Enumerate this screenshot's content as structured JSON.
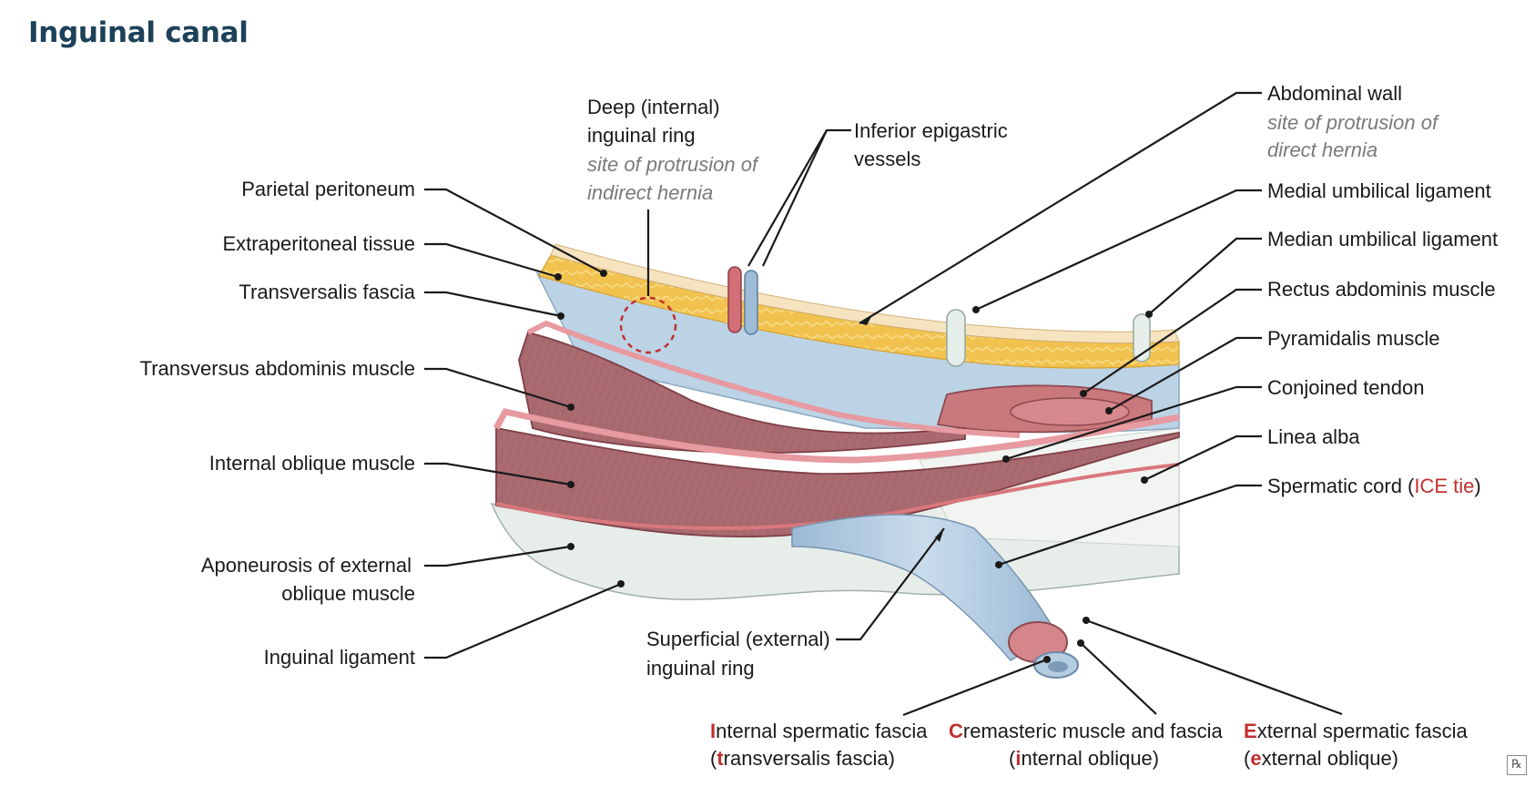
{
  "title": "Inguinal canal",
  "labels": {
    "parietal_peritoneum": "Parietal peritoneum",
    "extraperitoneal_tissue": "Extraperitoneal tissue",
    "transversalis_fascia": "Transversalis fascia",
    "transversus_abdominis": "Transversus abdominis muscle",
    "internal_oblique": "Internal oblique muscle",
    "aponeurosis_line1": "Aponeurosis of external",
    "aponeurosis_line2": "oblique muscle",
    "inguinal_ligament": "Inguinal ligament",
    "deep_ring_line1": "Deep (internal)",
    "deep_ring_line2": "inguinal ring",
    "deep_ring_note1": "site of protrusion of",
    "deep_ring_note2": "indirect hernia",
    "epigastric_line1": "Inferior epigastric",
    "epigastric_line2": "vessels",
    "abdominal_wall": "Abdominal wall",
    "abdominal_wall_note1": "site of protrusion of",
    "abdominal_wall_note2": "direct hernia",
    "medial_umbilical": "Medial umbilical ligament",
    "median_umbilical": "Median umbilical ligament",
    "rectus": "Rectus abdominis muscle",
    "pyramidalis": "Pyramidalis muscle",
    "conjoined": "Conjoined tendon",
    "linea_alba": "Linea alba",
    "spermatic_cord": "Spermatic cord (",
    "spermatic_cord_mnemonic": "ICE tie",
    "spermatic_cord_close": ")",
    "superficial_line1": "Superficial (external)",
    "superficial_line2": "inguinal ring",
    "isf_initial": "I",
    "isf_rest": "nternal spermatic fascia",
    "isf_paren_open": "(",
    "isf_paren_initial": "t",
    "isf_paren_rest": "ransversalis fascia)",
    "cm_initial": "C",
    "cm_rest": "remasteric muscle and fascia",
    "cm_paren_open": "(",
    "cm_paren_initial": "i",
    "cm_paren_rest": "nternal oblique)",
    "esf_initial": "E",
    "esf_rest": "xternal spermatic fascia",
    "esf_paren_open": "(",
    "esf_paren_initial": "e",
    "esf_paren_rest": "xternal oblique)"
  },
  "logo": "℞",
  "colors": {
    "title": "#1d4159",
    "accent_red": "#c0302f",
    "note_gray": "#7a7a7a",
    "muscle": "#b7767a",
    "fat": "#f2c24e",
    "fascia": "#b8d1e4",
    "aponeurosis": "#e8eeea"
  }
}
